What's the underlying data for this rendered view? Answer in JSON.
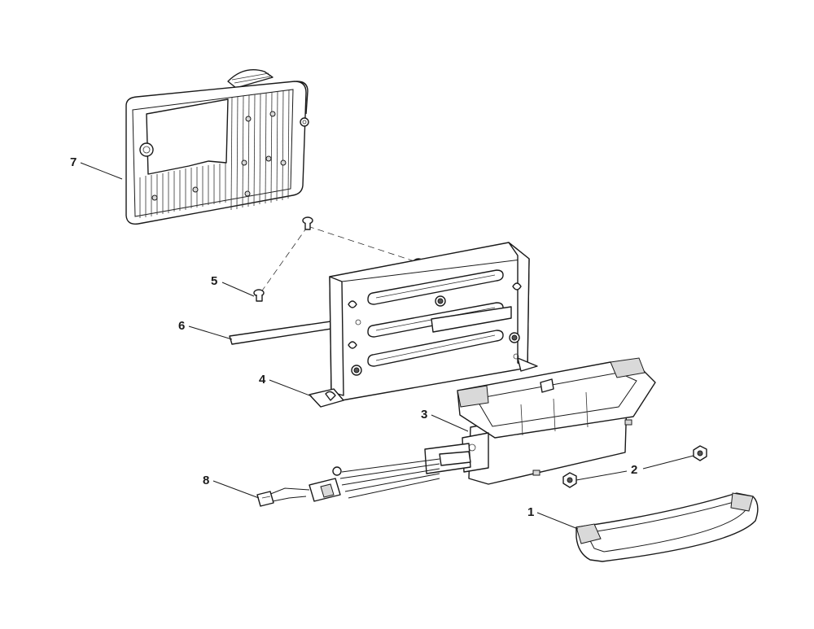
{
  "callouts": {
    "c1": "1",
    "c2": "2",
    "c3": "3",
    "c4": "4",
    "c5": "5",
    "c6": "6",
    "c7": "7",
    "c8": "8"
  },
  "colors": {
    "line": "#1a1a1a",
    "background": "#ffffff",
    "shade": "#d9d9d9"
  }
}
